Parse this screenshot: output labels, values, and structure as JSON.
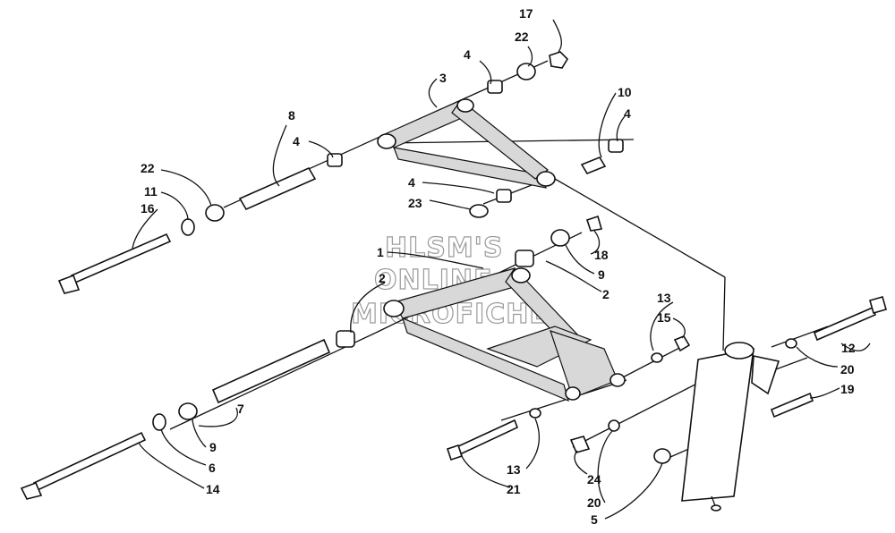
{
  "watermark": {
    "line1": "HLSM'S",
    "line2": "ONLINE",
    "line3": "MICROFICHE"
  },
  "callouts": {
    "c1": "1",
    "c2a": "2",
    "c2b": "2",
    "c3": "3",
    "c4a": "4",
    "c4b": "4",
    "c4c": "4",
    "c4d": "4",
    "c5": "5",
    "c6": "6",
    "c7": "7",
    "c8": "8",
    "c9a": "9",
    "c9b": "9",
    "c10": "10",
    "c11": "11",
    "c12": "12",
    "c13a": "13",
    "c13b": "13",
    "c14": "14",
    "c15": "15",
    "c16": "16",
    "c17": "17",
    "c18": "18",
    "c19": "19",
    "c20a": "20",
    "c20b": "20",
    "c21": "21",
    "c22a": "22",
    "c22b": "22",
    "c23": "23",
    "c24": "24"
  }
}
